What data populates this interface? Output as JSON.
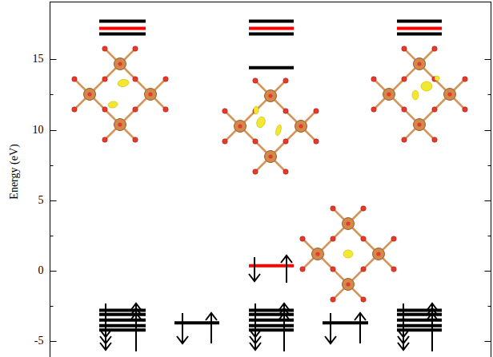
{
  "diagram": {
    "labels": [
      "Energy (eV)",
      "15",
      "10",
      "5",
      "0",
      "-5"
    ]
  }
}
